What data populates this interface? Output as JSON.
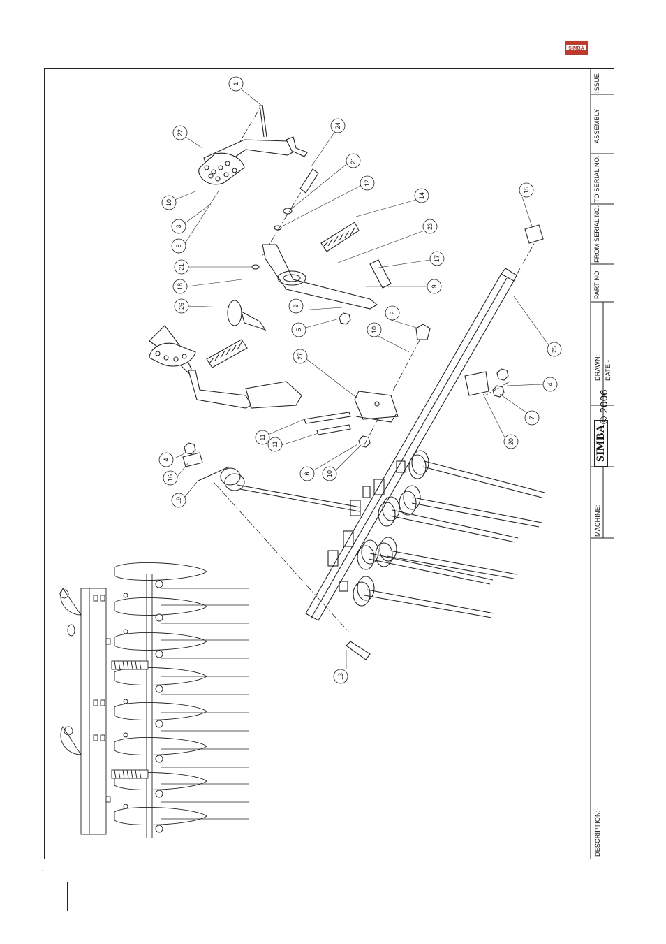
{
  "brand": {
    "logo_text": "SIMBA",
    "copyright": "© 2006"
  },
  "title_block": {
    "description_label": "DESCRIPTION:-",
    "machine_label": "MACHINE:-",
    "drawn_label": "DRAWN:-",
    "date_label": "DATE:-",
    "part_no_label": "PART NO.",
    "from_serial_label": "FROM SERIAL NO.",
    "to_serial_label": "TO SERIAL NO.",
    "assembly_label": "ASSEMBLY",
    "issue_label": "ISSUE"
  },
  "callouts": [
    "1",
    "2",
    "3",
    "4",
    "4",
    "5",
    "6",
    "7",
    "8",
    "9",
    "9",
    "10",
    "10",
    "10",
    "11",
    "11",
    "12",
    "13",
    "14",
    "15",
    "16",
    "17",
    "18",
    "19",
    "20",
    "21",
    "21",
    "22",
    "23",
    "24",
    "25",
    "26",
    "27"
  ],
  "colors": {
    "line": "#222222",
    "logo_red": "#c0392b"
  }
}
